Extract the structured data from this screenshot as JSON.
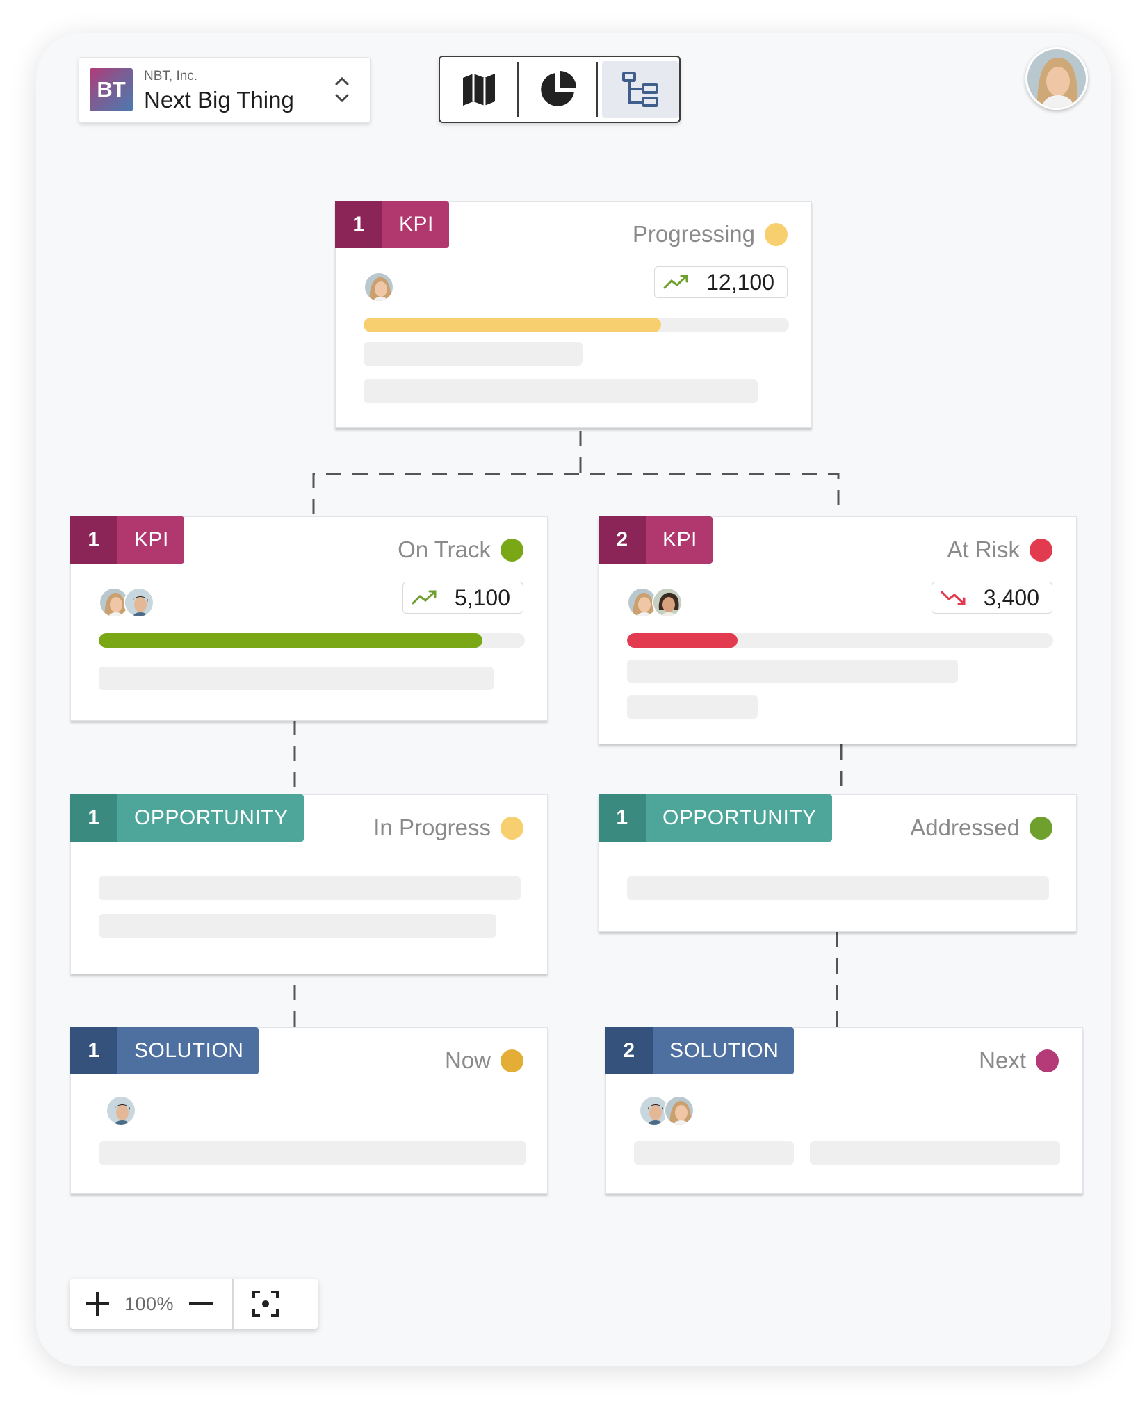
{
  "org": {
    "company": "NBT, Inc.",
    "name": "Next Big Thing",
    "logo_text": "BT"
  },
  "colors": {
    "on_track": "#7aa716",
    "at_risk": "#e23a4f",
    "in_progress": "#f7cf6e",
    "progressing": "#f7cf6e",
    "addressed": "#6fa02d",
    "now": "#e3ad36",
    "next": "#b53b78",
    "kpi": "#b1386f",
    "opportunity": "#4ea69a",
    "solution": "#4e70a0"
  },
  "view_toggle": {
    "buttons": [
      {
        "icon": "map-icon",
        "active": false
      },
      {
        "icon": "pie-chart-icon",
        "active": false
      },
      {
        "icon": "hierarchy-icon",
        "active": true
      }
    ]
  },
  "root_kpi": {
    "number": "1",
    "type": "KPI",
    "status": "Progressing",
    "metric": "12,100",
    "trend": "up",
    "progress": 0.7,
    "avatars": [
      "avatar-woman"
    ]
  },
  "kpi_1": {
    "number": "1",
    "type": "KPI",
    "status": "On Track",
    "metric": "5,100",
    "trend": "up",
    "progress": 0.9,
    "avatars": [
      "avatar-woman",
      "avatar-man"
    ]
  },
  "kpi_2": {
    "number": "2",
    "type": "KPI",
    "status": "At Risk",
    "metric": "3,400",
    "trend": "down",
    "progress": 0.26,
    "avatars": [
      "avatar-woman",
      "avatar-woman-2"
    ]
  },
  "opp_1": {
    "number": "1",
    "type": "OPPORTUNITY",
    "status": "In Progress"
  },
  "opp_2": {
    "number": "1",
    "type": "OPPORTUNITY",
    "status": "Addressed"
  },
  "sol_1": {
    "number": "1",
    "type": "SOLUTION",
    "status": "Now",
    "avatars": [
      "avatar-man"
    ]
  },
  "sol_2": {
    "number": "2",
    "type": "SOLUTION",
    "status": "Next",
    "avatars": [
      "avatar-man",
      "avatar-woman"
    ]
  },
  "zoom": {
    "level": "100%"
  }
}
